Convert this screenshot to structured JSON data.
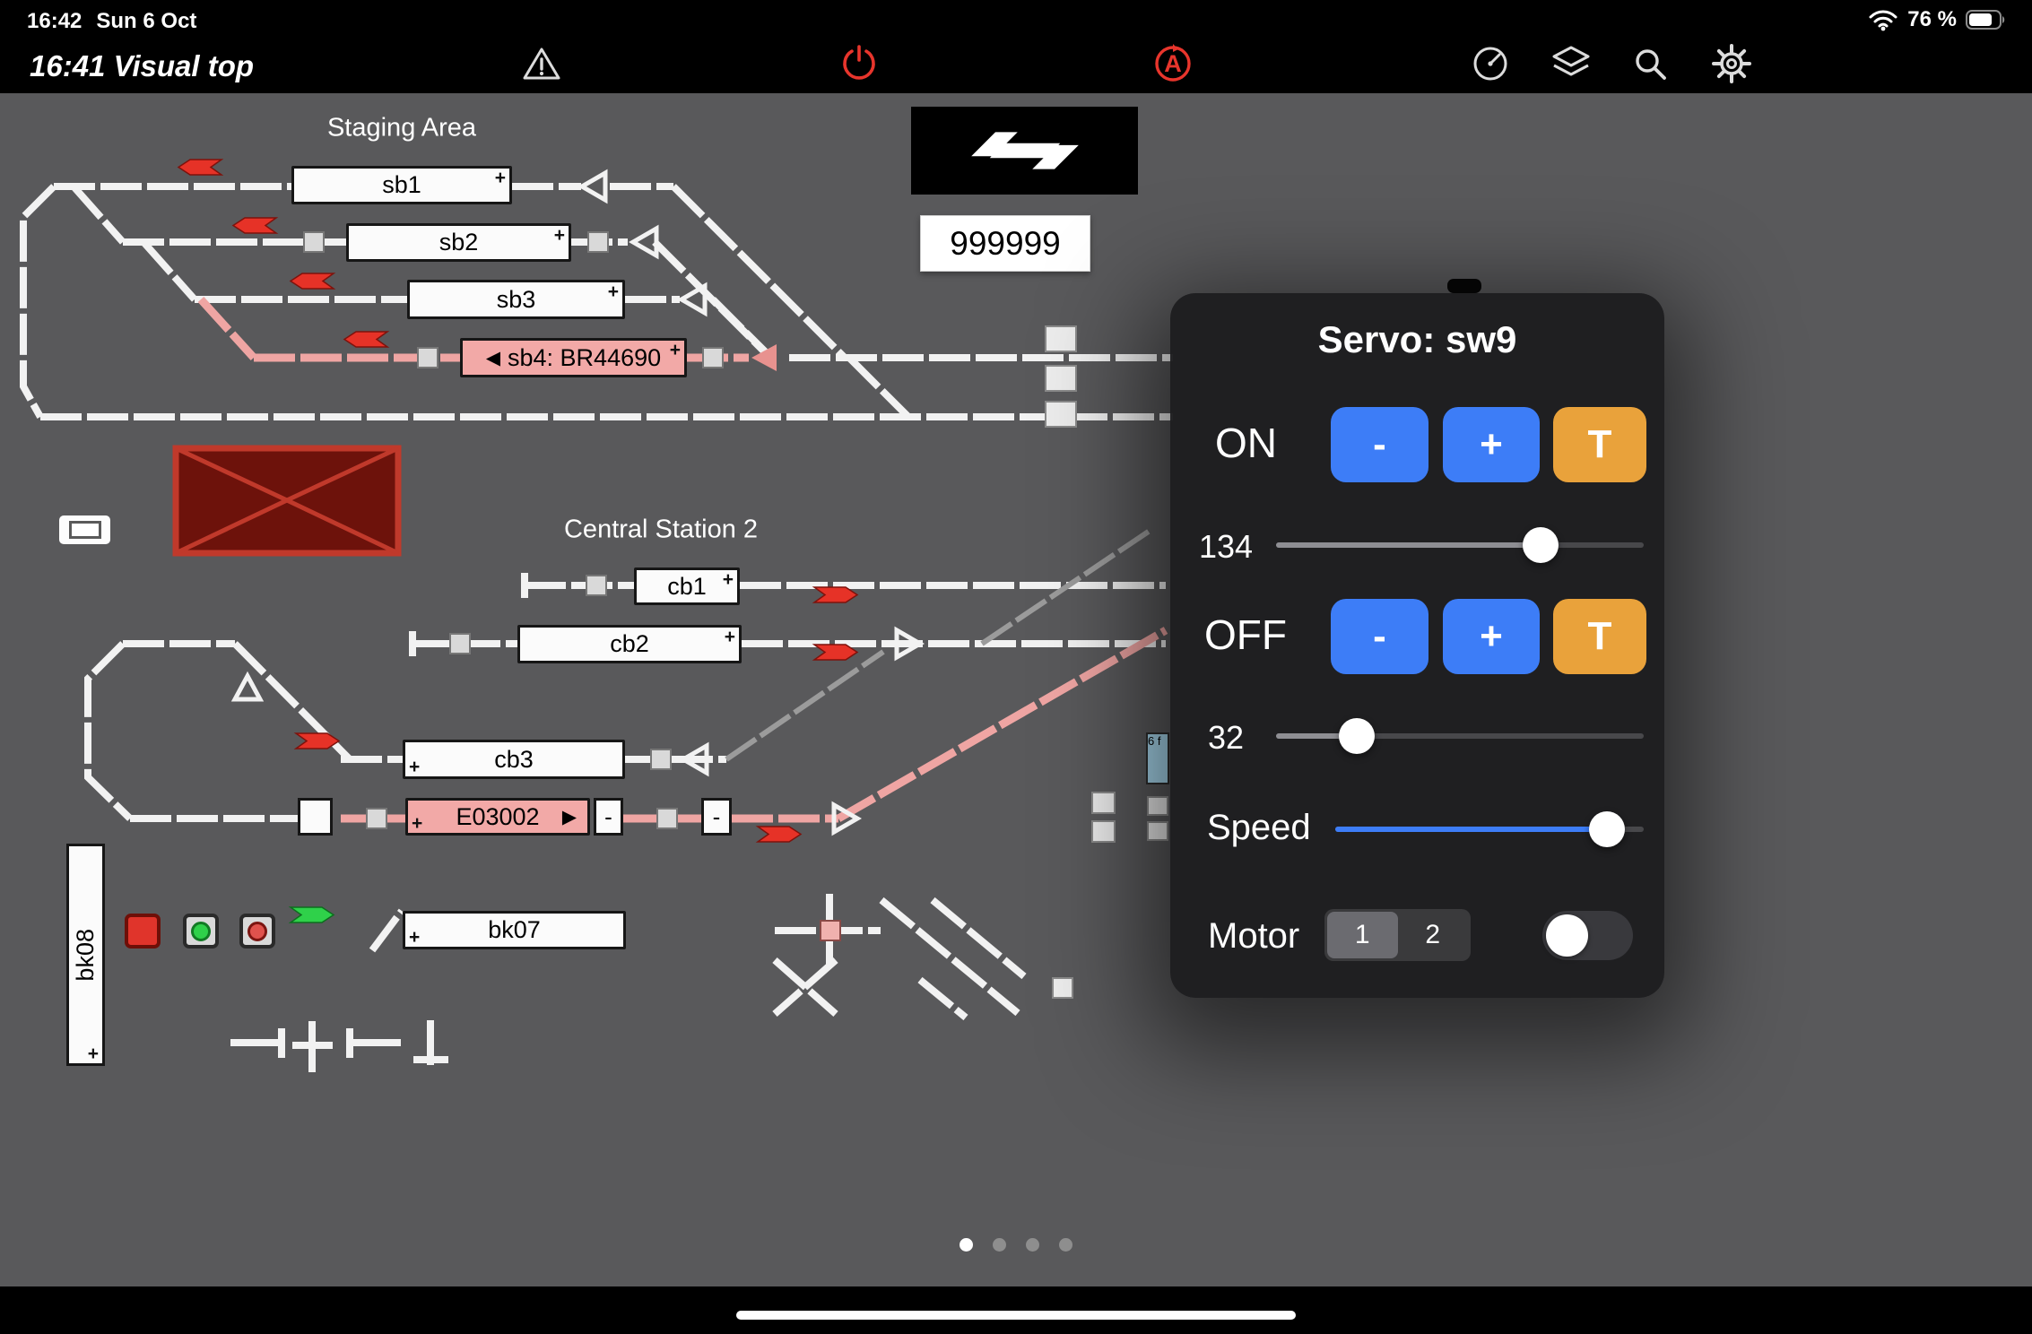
{
  "status_bar": {
    "time": "16:42",
    "date": "Sun 6 Oct",
    "battery_pct": "76 %"
  },
  "toolbar": {
    "title": "16:41 Visual top",
    "auto_glyph": "A"
  },
  "canvas": {
    "staging_label": "Staging Area",
    "central_label": "Central Station 2",
    "logo_caption": "999999",
    "plus_mark": "+",
    "minus_mark": "-",
    "fragment_label": "6 f",
    "blocks": [
      {
        "label": "sb1"
      },
      {
        "label": "sb2"
      },
      {
        "label": "sb3"
      },
      {
        "label": "sb4: BR44690",
        "icon": "◀"
      },
      {
        "label": "cb1"
      },
      {
        "label": "cb2"
      },
      {
        "label": "cb3"
      },
      {
        "label": "E03002",
        "icon": "▶"
      },
      {
        "label": "bk07"
      },
      {
        "label": "bk08"
      }
    ]
  },
  "pager": {
    "count": 4,
    "active_index": 0
  },
  "popup": {
    "title": "Servo: sw9",
    "on_label": "ON",
    "off_label": "OFF",
    "minus_label": "-",
    "plus_label": "+",
    "t_label": "T",
    "on_value": "134",
    "off_value": "32",
    "on_slider_pct": 72,
    "off_slider_pct": 22,
    "speed_slider_pct": 88,
    "speed_label": "Speed",
    "motor_label": "Motor",
    "motor_option_1": "1",
    "motor_option_2": "2",
    "motor_selected": "1",
    "motor_toggle_state": "off"
  },
  "colors": {
    "accent_blue": "#3D7DF7",
    "accent_orange": "#E9A23B",
    "signal_red": "#E8352C",
    "signal_green": "#2FD14A",
    "route_pink": "#F0A7A5"
  }
}
